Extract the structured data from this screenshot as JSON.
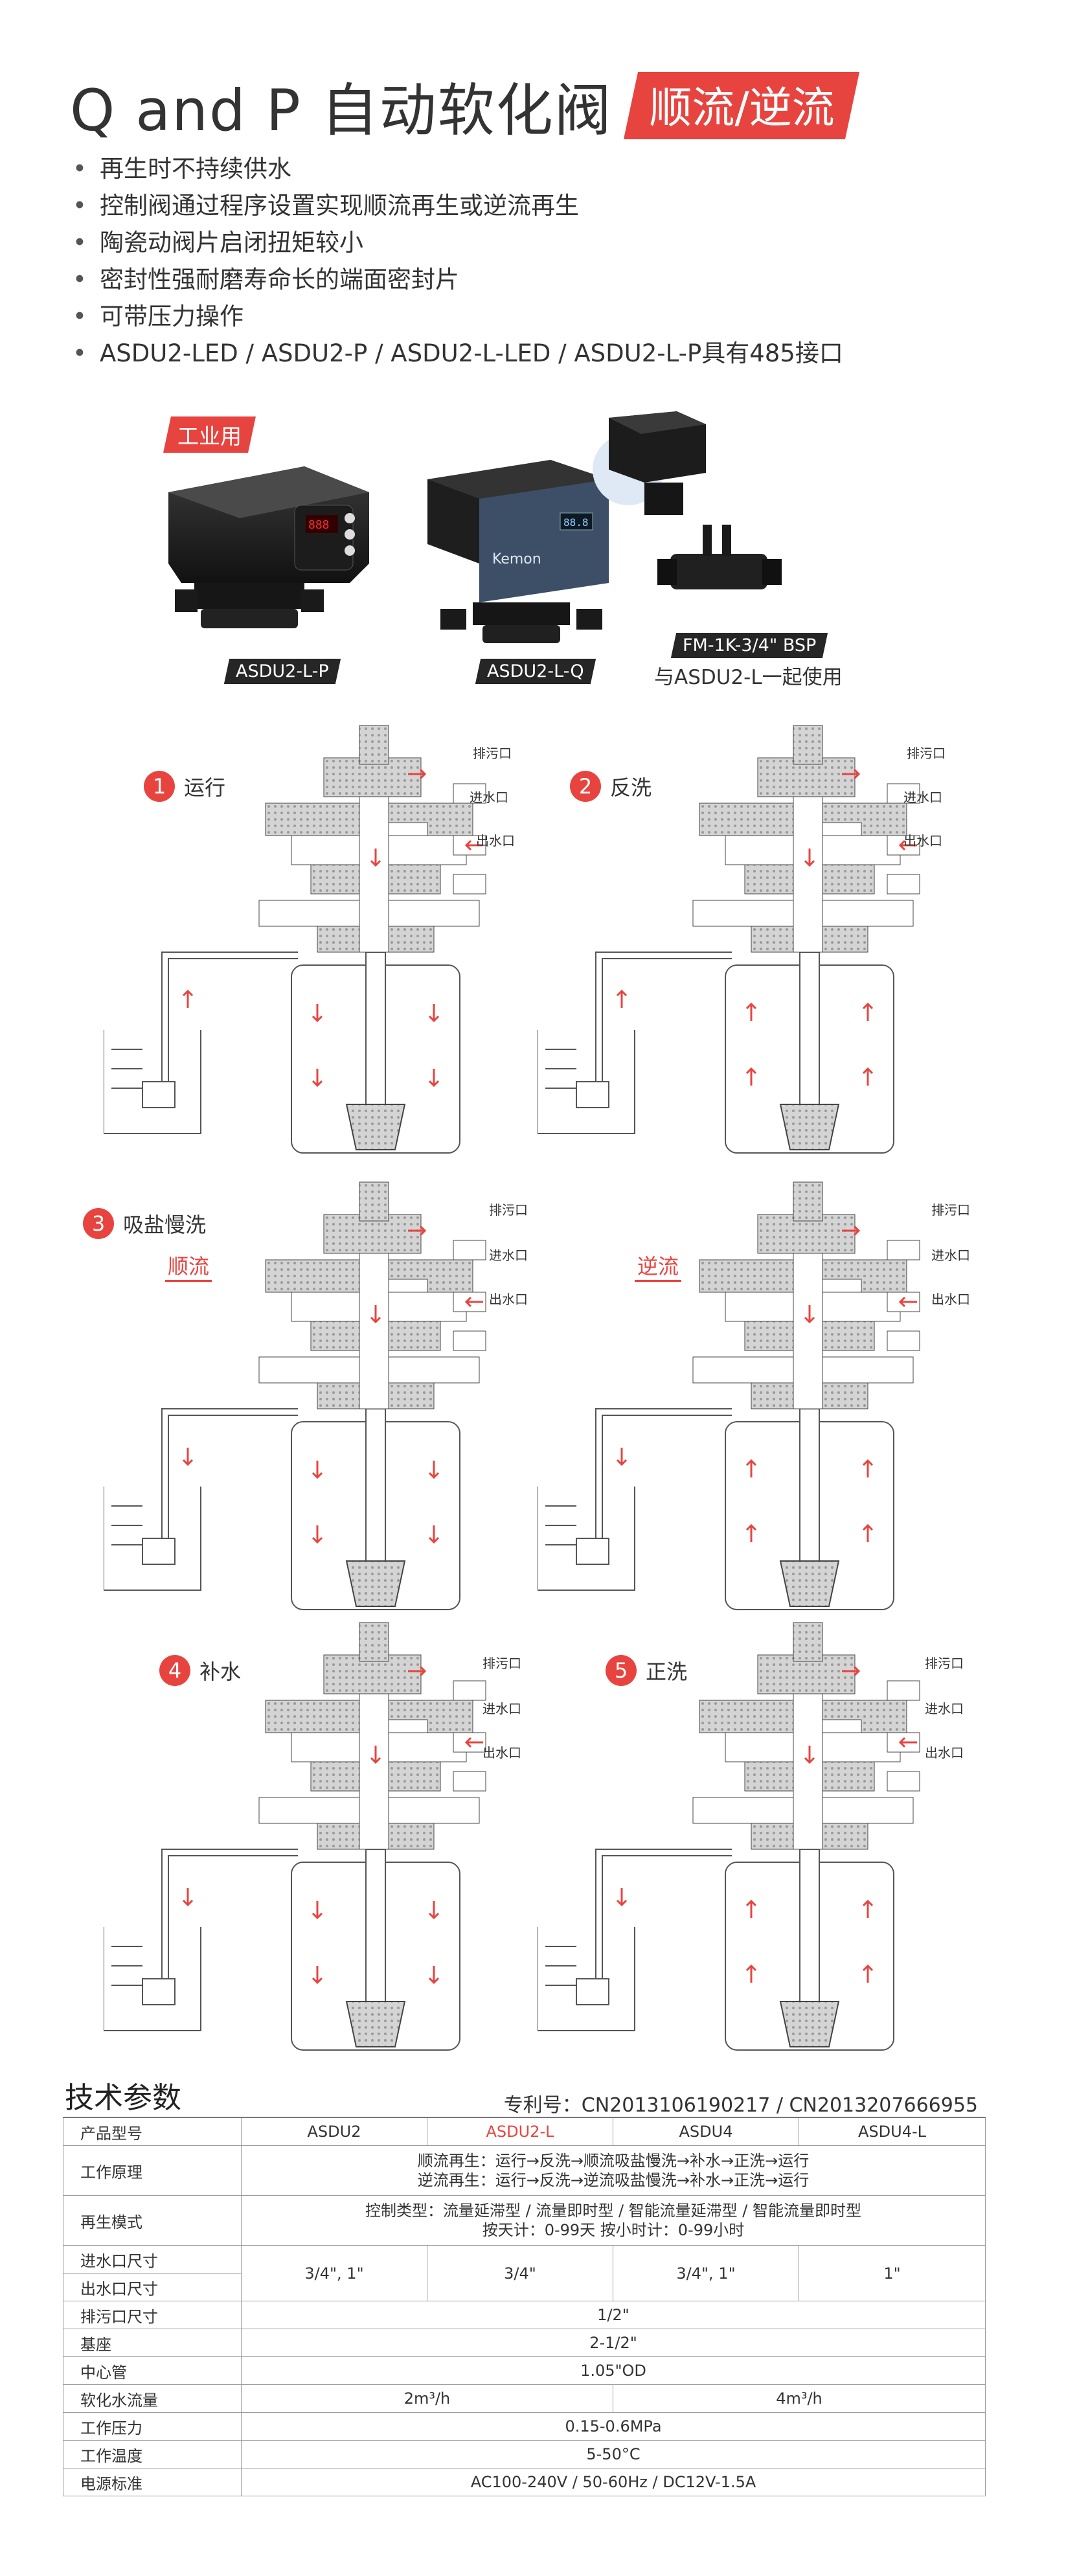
{
  "header": {
    "title": "Q and P 自动软化阀",
    "badge": "顺流/逆流"
  },
  "features": [
    "再生时不持续供水",
    "控制阀通过程序设置实现顺流再生或逆流再生",
    "陶瓷动阀片启闭扭矩较小",
    "密封性强耐磨寿命长的端面密封片",
    "可带压力操作",
    "ASDU2-LED / ASDU2-P / ASDU2-L-LED / ASDU2-L-P具有485接口"
  ],
  "products": {
    "industrial_tag": "工业用",
    "items": [
      {
        "label": "ASDU2-L-P"
      },
      {
        "label": "ASDU2-L-Q",
        "brand": "Kemon"
      },
      {
        "label": "FM-1K-3/4\" BSP",
        "caption": "与ASDU2-L一起使用"
      }
    ]
  },
  "ports": {
    "drain": "排污口",
    "inlet": "进水口",
    "outlet": "出水口"
  },
  "steps": [
    {
      "num": "1",
      "name": "运行"
    },
    {
      "num": "2",
      "name": "反洗"
    },
    {
      "num": "3",
      "name": "吸盐慢洗",
      "modes": [
        "顺流",
        "逆流"
      ]
    },
    {
      "num": "4",
      "name": "补水"
    },
    {
      "num": "5",
      "name": "正洗"
    }
  ],
  "specs": {
    "title": "技术参数",
    "patent": "专利号：CN2013106190217 / CN2013207666955",
    "models_header": "产品型号",
    "models": [
      "ASDU2",
      "ASDU2-L",
      "ASDU4",
      "ASDU4-L"
    ],
    "principle_label": "工作原理",
    "principle_lines": [
      "顺流再生：运行→反洗→顺流吸盐慢洗→补水→正洗→运行",
      "逆流再生：运行→反洗→逆流吸盐慢洗→补水→正洗→运行"
    ],
    "regen_label": "再生模式",
    "regen_lines": [
      "控制类型：流量延滞型 / 流量即时型 / 智能流量延滞型 / 智能流量即时型",
      "按天计：0-99天    按小时计：0-99小时"
    ],
    "inlet_label": "进水口尺寸",
    "outlet_label": "出水口尺寸",
    "io_values": [
      "3/4\", 1\"",
      "3/4\"",
      "3/4\", 1\"",
      "1\""
    ],
    "drain_label": "排污口尺寸",
    "drain_value": "1/2\"",
    "base_label": "基座",
    "base_value": "2-1/2\"",
    "tube_label": "中心管",
    "tube_value": "1.05\"OD",
    "flow_label": "软化水流量",
    "flow_values": [
      "2m³/h",
      "4m³/h"
    ],
    "pressure_label": "工作压力",
    "pressure_value": "0.15-0.6MPa",
    "temp_label": "工作温度",
    "temp_value": "5-50°C",
    "power_label": "电源标准",
    "power_value": "AC100-240V / 50-60Hz / DC12V-1.5A"
  },
  "colors": {
    "accent": "#e8443f",
    "dark": "#262626"
  }
}
